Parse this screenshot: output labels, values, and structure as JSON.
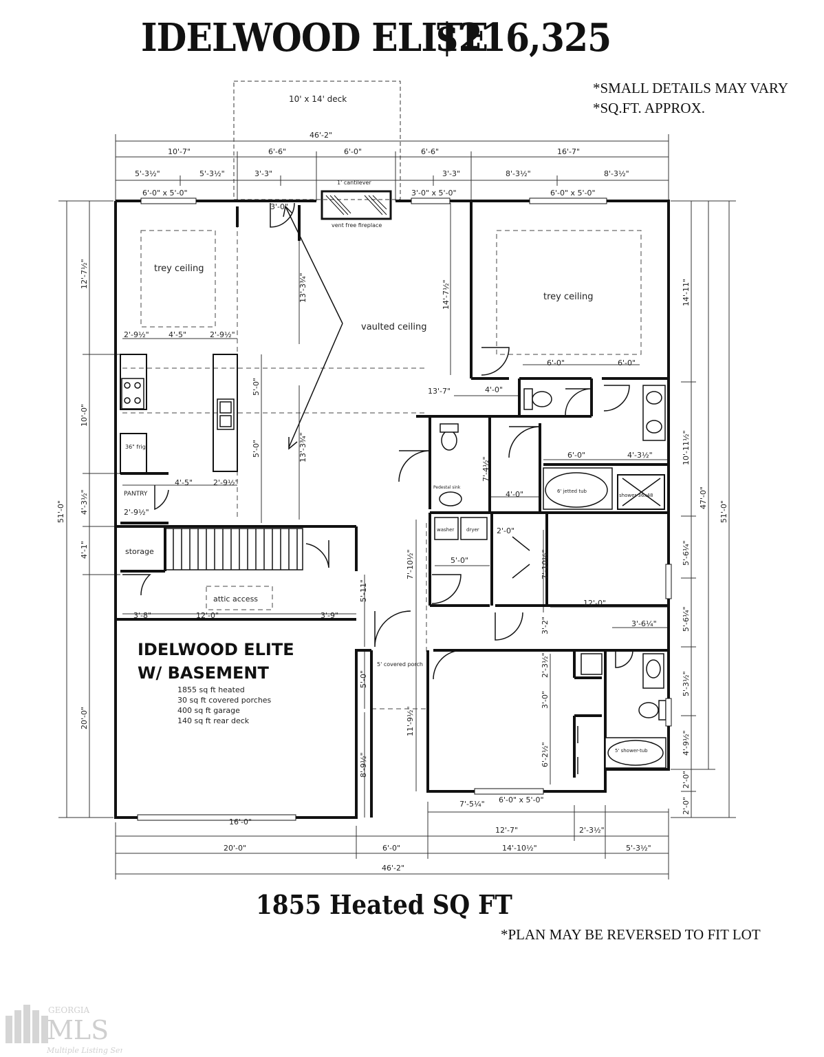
{
  "header": {
    "plan_name": "IDELWOOD ELITE",
    "price": "$216,325"
  },
  "notes": {
    "small_details": "*SMALL DETAILS MAY VARY",
    "sqft_approx": "*SQ.FT. APPROX.",
    "reversed": "*PLAN MAY BE REVERSED TO FIT LOT"
  },
  "footer": {
    "heated_sqft": "1855 Heated SQ FT"
  },
  "plan": {
    "deck": "10' x 14' deck",
    "cantilever": "1' cantilever",
    "fireplace": "vent free fireplace",
    "vaulted": "vaulted ceiling",
    "trey_left": "trey ceiling",
    "trey_right": "trey ceiling",
    "pantry": "PANTRY",
    "fridge": "36\" frig",
    "storage": "storage",
    "attic": "attic access",
    "washer": "washer",
    "dryer": "dryer",
    "pedestal": "Pedestal sink",
    "jetted_tub": "6' jetted tub",
    "shower": "shower 36x48",
    "shower_tub": "5' shower-tub",
    "covered_porch": "5' covered porch",
    "info_title_1": "IDELWOOD ELITE",
    "info_title_2": "W/ BASEMENT",
    "info_lines": [
      "1855 sq ft heated",
      "30 sq ft covered porches",
      "400 sq ft garage",
      "140 sq ft rear deck"
    ],
    "dims_top": {
      "overall": "46'-2\"",
      "left": "10'-7\"",
      "mid1": "6'-6\"",
      "mid2": "6'-0\"",
      "mid3": "6'-6\"",
      "right": "16'-7\"",
      "sub1": "5'-3½\"",
      "sub2": "5'-3½\"",
      "sub3": "3'-3\"",
      "sub4": "3'-3\"",
      "sub5": "8'-3½\"",
      "sub6": "8'-3½\"",
      "win1": "6'-0\" x 5'-0\"",
      "win2": "3'-0\" x 5'-0\"",
      "win3": "6'-0\" x 5'-0\""
    },
    "dims_bottom": {
      "garage_door": "16'-0\"",
      "d1": "20'-0\"",
      "d2": "6'-0\"",
      "d3": "14'-10½\"",
      "d4": "5'-3½\"",
      "d5": "12'-7\"",
      "d6": "2'-3½\"",
      "d7": "7'-5¼\"",
      "d8": "6'-0\" x 5'-0\"",
      "overall": "46'-2\""
    },
    "dims_left": {
      "overall": "51'-0\"",
      "a": "12'-7½\"",
      "b": "10'-0\"",
      "c": "4'-3½\"",
      "d": "4'-1\"",
      "e": "20'-0\""
    },
    "dims_right": {
      "overall": "51'-0\"",
      "overall2": "47'-0\"",
      "a": "14'-11\"",
      "b": "10'-11½\"",
      "c": "5'-6¼\"",
      "d": "5'-6¼\"",
      "e": "5'-3½\"",
      "f": "4'-9½\"",
      "g": "2'-0\"",
      "h": "2'-0\""
    },
    "dims_inner": {
      "i1": "2'-9½\"",
      "i2": "4'-5\"",
      "i3": "2'-9½\"",
      "i4": "13'-3¾\"",
      "i5": "14'-7½\"",
      "i6": "13'-3¾\"",
      "i7": "3'-0\"",
      "i8": "6'-0\"",
      "i9": "6'-0\"",
      "i10": "4'-0\"",
      "i11": "13'-7\"",
      "i12": "6'-0\"",
      "i13": "4'-3½\"",
      "i14": "4'-0\"",
      "i15": "7'-4½\"",
      "i16": "5'-0\"",
      "i17": "2'-0\"",
      "i18": "7'-10½\"",
      "i19": "7'-10½\"",
      "i20": "12'-0\"",
      "i21": "3'-6¼\"",
      "i22": "3'-8\"",
      "i23": "12'-0\"",
      "i24": "3'-9\"",
      "i25": "4'-5\"",
      "i26": "2'-9½\"",
      "i27": "2'-9½\"",
      "i28": "5'-0\"",
      "i29": "5'-0\"",
      "i30": "5'-11\"",
      "i31": "5'-0\"",
      "i32": "11'-9½\"",
      "i33": "8'-9½\"",
      "i34": "2'-3½\"",
      "i35": "3'-0\"",
      "i36": "6'-2½\"",
      "i37": "3'-2\""
    }
  },
  "watermark": {
    "line1": "GEORGIA",
    "line2": "MLS",
    "line3": "Multiple Listing Service"
  }
}
